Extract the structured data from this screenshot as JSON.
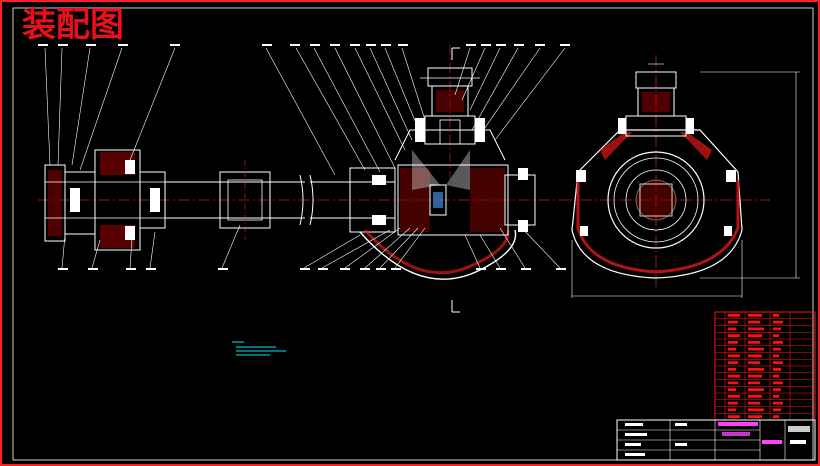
{
  "title": "装配图",
  "colors": {
    "background": "#000000",
    "frame": "#ff2020",
    "outline": "#ffffff",
    "hatch": "#e01818",
    "centerline": "#ff3030",
    "leader": "#ffffff",
    "notes": "#00e5ff",
    "parts_table": "#ff1010",
    "title_block": "#ffffff",
    "stamp": "#ff40ff"
  },
  "views": {
    "main": "main-section-view",
    "side": "side-section-view"
  }
}
